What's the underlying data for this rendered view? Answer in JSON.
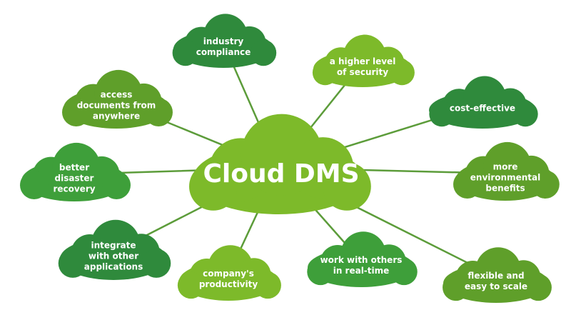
{
  "center": {
    "label": "Cloud DMS",
    "color": "#7dba2a"
  },
  "colors": {
    "dark_green": "#2f8a3c",
    "mid_green": "#3e9f3a",
    "light_green": "#7dba2a",
    "olive_green": "#5f9f2a",
    "connector": "#5c9c3a"
  },
  "nodes": [
    {
      "id": "industry-compliance",
      "lines": [
        "industry",
        "compliance"
      ],
      "shade": "dark_green"
    },
    {
      "id": "higher-security",
      "lines": [
        "a higher level",
        "of security"
      ],
      "shade": "light_green"
    },
    {
      "id": "cost-effective",
      "lines": [
        "cost-effective"
      ],
      "shade": "dark_green"
    },
    {
      "id": "environmental-benefits",
      "lines": [
        "more",
        "environmental",
        "benefits"
      ],
      "shade": "olive_green"
    },
    {
      "id": "flexible-scale",
      "lines": [
        "flexible and",
        "easy to scale"
      ],
      "shade": "olive_green"
    },
    {
      "id": "work-with-others",
      "lines": [
        "work with others",
        "in real-time"
      ],
      "shade": "mid_green"
    },
    {
      "id": "company-productivity",
      "lines": [
        "company's",
        "productivity"
      ],
      "shade": "light_green"
    },
    {
      "id": "integrate-applications",
      "lines": [
        "integrate",
        "with other",
        "applications"
      ],
      "shade": "dark_green"
    },
    {
      "id": "disaster-recovery",
      "lines": [
        "better",
        "disaster",
        "recovery"
      ],
      "shade": "mid_green"
    },
    {
      "id": "access-documents",
      "lines": [
        "access",
        "documents from",
        "anywhere"
      ],
      "shade": "olive_green"
    }
  ]
}
